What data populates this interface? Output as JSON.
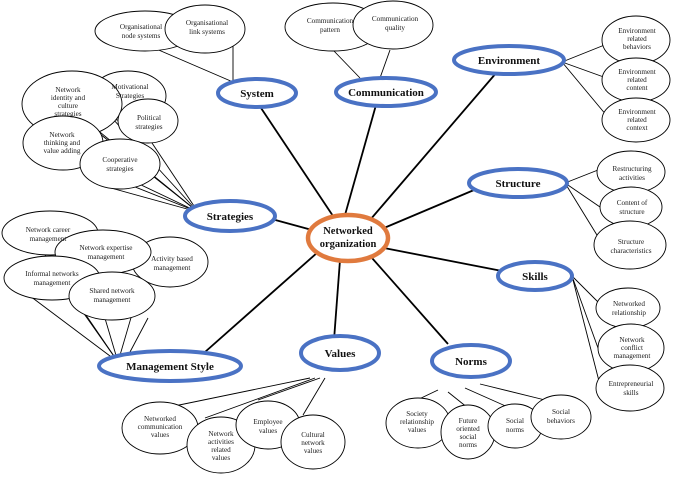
{
  "colors": {
    "center_ring": "#e07a3e",
    "main_ring": "#4a72c4",
    "line": "#000000",
    "bubble_stroke": "#000000"
  },
  "center": {
    "l1": "Networked",
    "l2": "organization"
  },
  "main_nodes": {
    "system": "System",
    "communication": "Communication",
    "environment": "Environment",
    "strategies": "Strategies",
    "structure": "Structure",
    "skills": "Skills",
    "management_style": "Management Style",
    "values": "Values",
    "norms": "Norms"
  },
  "sub": {
    "org_node_l1": "Organisational",
    "org_node_l2": "node systems",
    "org_link_l1": "Organisational",
    "org_link_l2": "link systems",
    "comm_pattern_l1": "Communication",
    "comm_pattern_l2": "pattern",
    "comm_quality_l1": "Communication",
    "comm_quality_l2": "quality",
    "env_behav_l1": "Environment",
    "env_behav_l2": "related",
    "env_behav_l3": "behaviors",
    "env_content_l1": "Environment",
    "env_content_l2": "related",
    "env_content_l3": "content",
    "env_context_l1": "Environment",
    "env_context_l2": "related",
    "env_context_l3": "context",
    "net_identity_l1": "Network",
    "net_identity_l2": "identity and",
    "net_identity_l3": "culture",
    "net_identity_l4": "strategies",
    "motivational_l1": "Motivational",
    "motivational_l2": "Strategies",
    "political_l1": "Political",
    "political_l2": "strategies",
    "net_thinking_l1": "Network",
    "net_thinking_l2": "thinking and",
    "net_thinking_l3": "value adding",
    "cooperative_l1": "Cooperative",
    "cooperative_l2": "strategies",
    "restructuring_l1": "Restructuring",
    "restructuring_l2": "activities",
    "content_structure_l1": "Content of",
    "content_structure_l2": "structure",
    "structure_char_l1": "Structure",
    "structure_char_l2": "characteristics",
    "net_career_l1": "Network career",
    "net_career_l2": "management",
    "net_expertise_l1": "Network expertise",
    "net_expertise_l2": "management",
    "activity_based_l1": "Activity based",
    "activity_based_l2": "management",
    "informal_l1": "Informal networks",
    "informal_l2": "management",
    "shared_l1": "Shared network",
    "shared_l2": "management",
    "net_relationship_l1": "Networked",
    "net_relationship_l2": "relationship",
    "net_conflict_l1": "Network",
    "net_conflict_l2": "conflict",
    "net_conflict_l3": "management",
    "entrepreneurial_l1": "Entrepreneurial",
    "entrepreneurial_l2": "skills",
    "net_comm_values_l1": "Networked",
    "net_comm_values_l2": "communication",
    "net_comm_values_l3": "values",
    "net_activities_l1": "Network",
    "net_activities_l2": "activities",
    "net_activities_l3": "related",
    "net_activities_l4": "values",
    "employee_values_l1": "Employee",
    "employee_values_l2": "values",
    "cultural_values_l1": "Cultural",
    "cultural_values_l2": "network",
    "cultural_values_l3": "values",
    "society_l1": "Society",
    "society_l2": "relationship",
    "society_l3": "values",
    "future_l1": "Future",
    "future_l2": "oriented",
    "future_l3": "social",
    "future_l4": "norms",
    "social_norms_l1": "Social",
    "social_norms_l2": "norms",
    "social_behaviors_l1": "Social",
    "social_behaviors_l2": "behaviors"
  }
}
